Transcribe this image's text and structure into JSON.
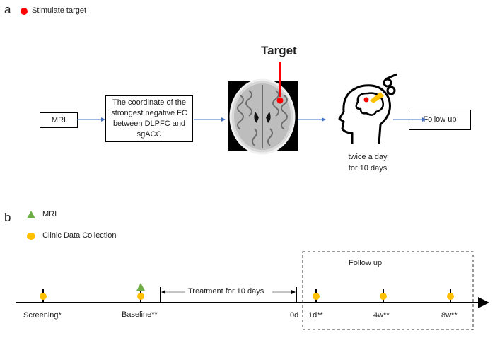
{
  "panel_a": {
    "label": "a",
    "legend": {
      "icon": "red-dot-icon",
      "text": "Stimulate target",
      "color": "#ff0000"
    },
    "steps": [
      {
        "id": "mri",
        "text": "MRI"
      },
      {
        "id": "coordinate",
        "text": "The coordinate of  the strongest negative FC between DLPFC and sgACC"
      },
      {
        "id": "brain-image",
        "icon": "brain-mri-icon",
        "annotation": "Target"
      },
      {
        "id": "stimulation",
        "icon": "head-stimulation-icon",
        "caption_line1": "twice a day",
        "caption_line2": "for 10 days"
      },
      {
        "id": "follow-up",
        "text": "Follow up"
      }
    ]
  },
  "panel_b": {
    "label": "b",
    "legend": [
      {
        "icon": "green-triangle-icon",
        "text": "MRI",
        "color": "#70ad47"
      },
      {
        "icon": "yellow-dot-icon",
        "text": "Clinic Data Collection",
        "color": "#ffc000"
      }
    ],
    "timeline": {
      "points": [
        {
          "label": "Screening*",
          "mri": false,
          "clinic": true
        },
        {
          "label": "Baseline**",
          "mri": true,
          "clinic": true
        },
        {
          "label": "0d",
          "mri": false,
          "clinic": false
        },
        {
          "label": "1d**",
          "mri": false,
          "clinic": true
        },
        {
          "label": "4w**",
          "mri": false,
          "clinic": true
        },
        {
          "label": "8w**",
          "mri": false,
          "clinic": true
        }
      ],
      "treatment_label": "Treatment for 10 days",
      "followup_label": "Follow up"
    }
  }
}
